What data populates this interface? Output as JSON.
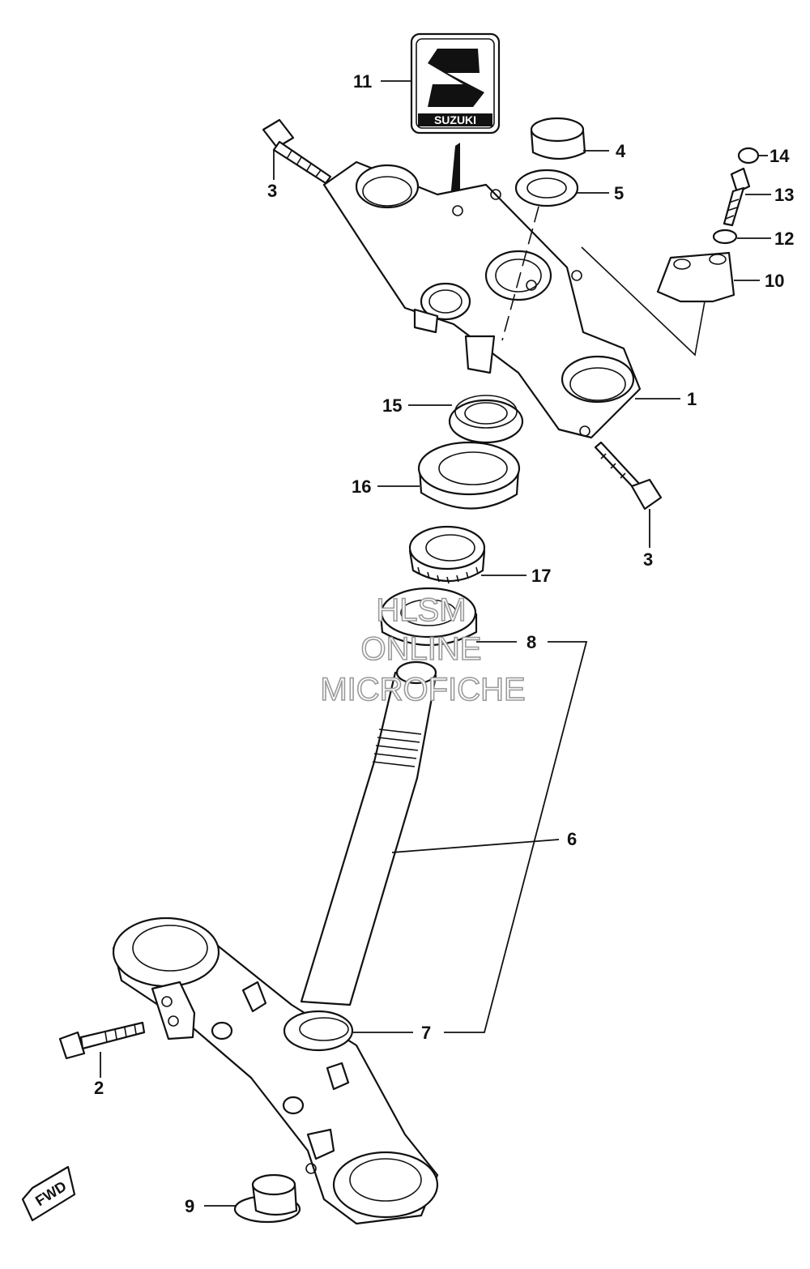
{
  "callouts": {
    "c1": "1",
    "c2": "2",
    "c3a": "3",
    "c3b": "3",
    "c4": "4",
    "c5": "5",
    "c6": "6",
    "c7": "7",
    "c8": "8",
    "c9": "9",
    "c10": "10",
    "c11": "11",
    "c12": "12",
    "c13": "13",
    "c14": "14",
    "c15": "15",
    "c16": "16",
    "c17": "17"
  },
  "emblem": {
    "brand": "SUZUKI"
  },
  "fwd_arrow": {
    "label": "FWD"
  },
  "watermark": {
    "line1": "HLSM",
    "line2": "ONLINE",
    "line3": "MICROFICHE"
  }
}
